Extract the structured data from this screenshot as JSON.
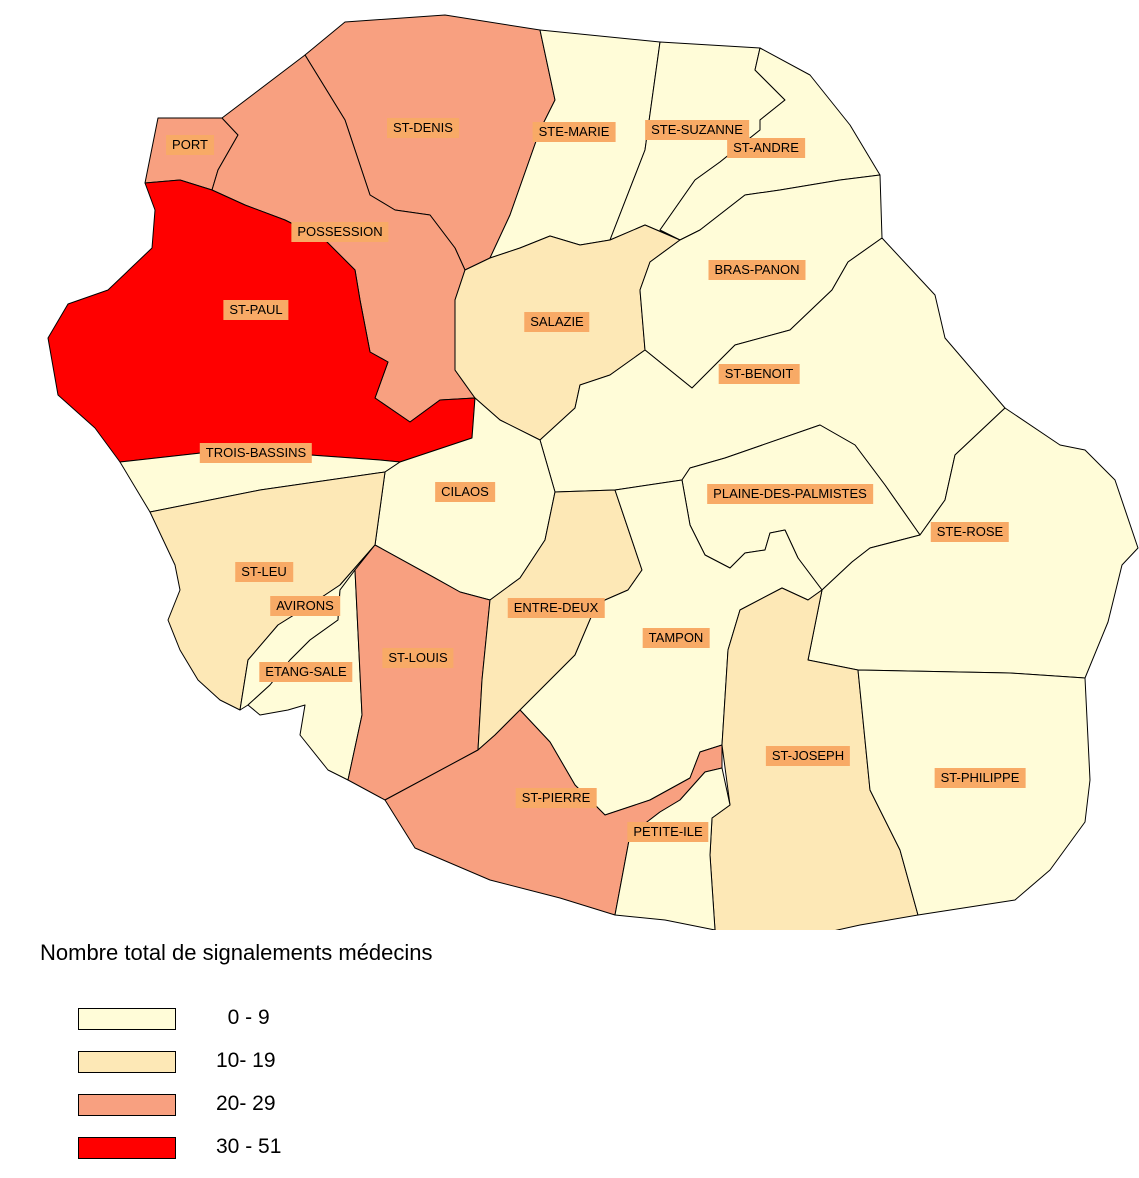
{
  "colors": {
    "class_0": "#fffcd8",
    "class_1": "#fde8b6",
    "class_2": "#f8a080",
    "class_3": "#ff0000",
    "label_bg": "#f8aa66"
  },
  "communes": [
    {
      "id": "port",
      "name": "PORT",
      "class": 2
    },
    {
      "id": "st-denis",
      "name": "ST-DENIS",
      "class": 2
    },
    {
      "id": "ste-marie",
      "name": "STE-MARIE",
      "class": 0
    },
    {
      "id": "ste-suzanne",
      "name": "STE-SUZANNE",
      "class": 0
    },
    {
      "id": "st-andre",
      "name": "ST-ANDRE",
      "class": 0
    },
    {
      "id": "possession",
      "name": "POSSESSION",
      "class": 2
    },
    {
      "id": "st-paul",
      "name": "ST-PAUL",
      "class": 3
    },
    {
      "id": "salazie",
      "name": "SALAZIE",
      "class": 1
    },
    {
      "id": "bras-panon",
      "name": "BRAS-PANON",
      "class": 0
    },
    {
      "id": "st-benoit",
      "name": "ST-BENOIT",
      "class": 0
    },
    {
      "id": "trois-bassins",
      "name": "TROIS-BASSINS",
      "class": 0
    },
    {
      "id": "cilaos",
      "name": "CILAOS",
      "class": 0
    },
    {
      "id": "plaine-des-palmistes",
      "name": "PLAINE-DES-PALMISTES",
      "class": 0
    },
    {
      "id": "ste-rose",
      "name": "STE-ROSE",
      "class": 0
    },
    {
      "id": "st-leu",
      "name": "ST-LEU",
      "class": 1
    },
    {
      "id": "avirons",
      "name": "AVIRONS",
      "class": 0
    },
    {
      "id": "entre-deux",
      "name": "ENTRE-DEUX",
      "class": 1
    },
    {
      "id": "tampon",
      "name": "TAMPON",
      "class": 0
    },
    {
      "id": "etang-sale",
      "name": "ETANG-SALE",
      "class": 0
    },
    {
      "id": "st-louis",
      "name": "ST-LOUIS",
      "class": 2
    },
    {
      "id": "st-joseph",
      "name": "ST-JOSEPH",
      "class": 1
    },
    {
      "id": "st-philippe",
      "name": "ST-PHILIPPE",
      "class": 0
    },
    {
      "id": "st-pierre",
      "name": "ST-PIERRE",
      "class": 2
    },
    {
      "id": "petite-ile",
      "name": "PETITE-ILE",
      "class": 0
    }
  ],
  "legend": {
    "title": "Nombre total de signalements médecins",
    "items": [
      {
        "label": "  0 - 9",
        "class": 0
      },
      {
        "label": "10- 19",
        "class": 1
      },
      {
        "label": "20- 29",
        "class": 2
      },
      {
        "label": "30 - 51",
        "class": 3
      }
    ]
  }
}
